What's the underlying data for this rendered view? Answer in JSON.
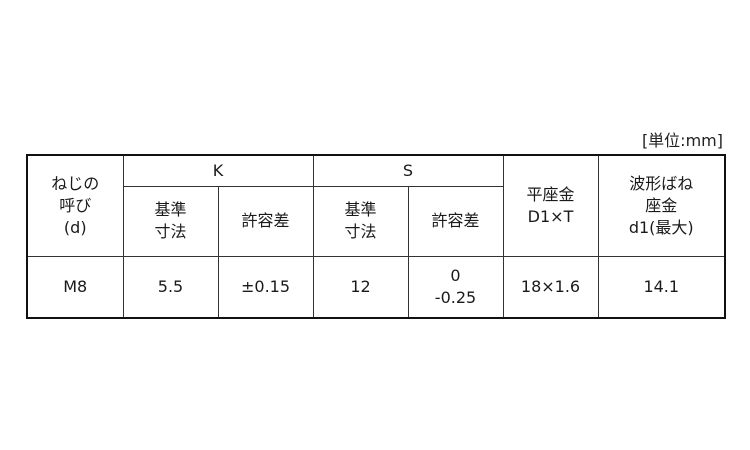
{
  "unit_label": "[単位:mm]",
  "table": {
    "headers": {
      "nominal": "ねじの\n呼び\n(d)",
      "k_group": "K",
      "s_group": "S",
      "k_basic": "基準\n寸法",
      "k_tolerance": "許容差",
      "s_basic": "基準\n寸法",
      "s_tolerance": "許容差",
      "flat_washer": "平座金\nD1×T",
      "wave_washer": "波形ばね\n座金\nd1(最大)"
    },
    "rows": [
      {
        "nominal": "M8",
        "k_basic": "5.5",
        "k_tolerance": "±0.15",
        "s_basic": "12",
        "s_tolerance": "0\n-0.25",
        "flat_washer": "18×1.6",
        "wave_washer": "14.1"
      }
    ]
  }
}
